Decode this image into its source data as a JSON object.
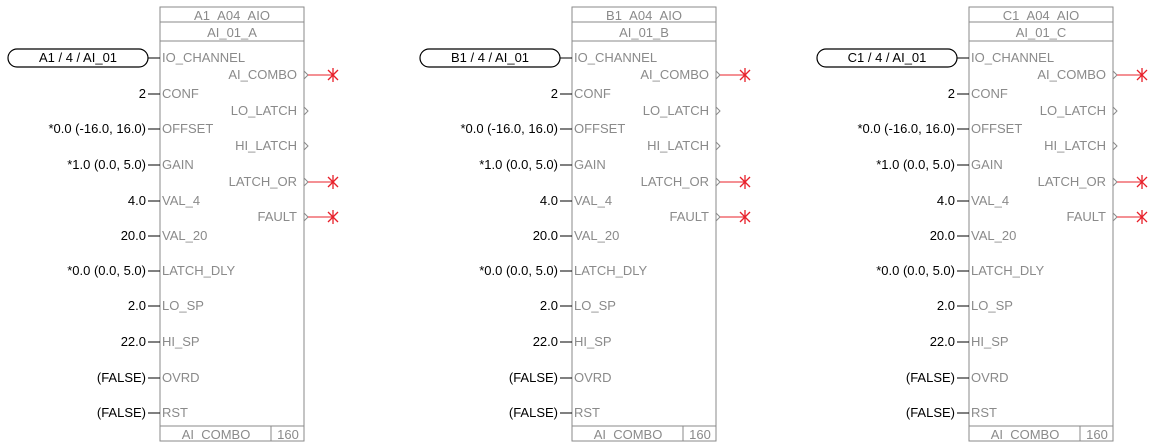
{
  "blocks": [
    {
      "instance": "A1_A04_AIO",
      "name": "AI_01_A",
      "io_channel": "A1 / 4 / AI_01",
      "footer_type": "AI_COMBO",
      "footer_num": "160",
      "outputs": [
        {
          "label": "AI_COMBO",
          "connected": true
        },
        {
          "label": "LO_LATCH",
          "connected": false
        },
        {
          "label": "HI_LATCH",
          "connected": false
        },
        {
          "label": "LATCH_OR",
          "connected": true
        },
        {
          "label": "FAULT",
          "connected": true
        }
      ],
      "inputs": [
        {
          "label": "IO_CHANNEL",
          "value": ""
        },
        {
          "label": "CONF",
          "value": "2"
        },
        {
          "label": "OFFSET",
          "value": "*0.0 (-16.0, 16.0)"
        },
        {
          "label": "GAIN",
          "value": "*1.0 (0.0, 5.0)"
        },
        {
          "label": "VAL_4",
          "value": "4.0"
        },
        {
          "label": "VAL_20",
          "value": "20.0"
        },
        {
          "label": "LATCH_DLY",
          "value": "*0.0 (0.0, 5.0)"
        },
        {
          "label": "LO_SP",
          "value": "2.0"
        },
        {
          "label": "HI_SP",
          "value": "22.0"
        },
        {
          "label": "OVRD",
          "value": "(FALSE)"
        },
        {
          "label": "RST",
          "value": "(FALSE)"
        }
      ]
    },
    {
      "instance": "B1_A04_AIO",
      "name": "AI_01_B",
      "io_channel": "B1 / 4 / AI_01",
      "footer_type": "AI_COMBO",
      "footer_num": "160",
      "outputs": [
        {
          "label": "AI_COMBO",
          "connected": true
        },
        {
          "label": "LO_LATCH",
          "connected": false
        },
        {
          "label": "HI_LATCH",
          "connected": false
        },
        {
          "label": "LATCH_OR",
          "connected": true
        },
        {
          "label": "FAULT",
          "connected": true
        }
      ],
      "inputs": [
        {
          "label": "IO_CHANNEL",
          "value": ""
        },
        {
          "label": "CONF",
          "value": "2"
        },
        {
          "label": "OFFSET",
          "value": "*0.0 (-16.0, 16.0)"
        },
        {
          "label": "GAIN",
          "value": "*1.0 (0.0, 5.0)"
        },
        {
          "label": "VAL_4",
          "value": "4.0"
        },
        {
          "label": "VAL_20",
          "value": "20.0"
        },
        {
          "label": "LATCH_DLY",
          "value": "*0.0 (0.0, 5.0)"
        },
        {
          "label": "LO_SP",
          "value": "2.0"
        },
        {
          "label": "HI_SP",
          "value": "22.0"
        },
        {
          "label": "OVRD",
          "value": "(FALSE)"
        },
        {
          "label": "RST",
          "value": "(FALSE)"
        }
      ]
    },
    {
      "instance": "C1_A04_AIO",
      "name": "AI_01_C",
      "io_channel": "C1 / 4 / AI_01",
      "footer_type": "AI_COMBO",
      "footer_num": "160",
      "outputs": [
        {
          "label": "AI_COMBO",
          "connected": true
        },
        {
          "label": "LO_LATCH",
          "connected": false
        },
        {
          "label": "HI_LATCH",
          "connected": false
        },
        {
          "label": "LATCH_OR",
          "connected": true
        },
        {
          "label": "FAULT",
          "connected": true
        }
      ],
      "inputs": [
        {
          "label": "IO_CHANNEL",
          "value": ""
        },
        {
          "label": "CONF",
          "value": "2"
        },
        {
          "label": "OFFSET",
          "value": "*0.0 (-16.0, 16.0)"
        },
        {
          "label": "GAIN",
          "value": "*1.0 (0.0, 5.0)"
        },
        {
          "label": "VAL_4",
          "value": "4.0"
        },
        {
          "label": "VAL_20",
          "value": "20.0"
        },
        {
          "label": "LATCH_DLY",
          "value": "*0.0 (0.0, 5.0)"
        },
        {
          "label": "LO_SP",
          "value": "2.0"
        },
        {
          "label": "HI_SP",
          "value": "22.0"
        },
        {
          "label": "OVRD",
          "value": "(FALSE)"
        },
        {
          "label": "RST",
          "value": "(FALSE)"
        }
      ]
    }
  ],
  "colors": {
    "frame": "#8a8a8a",
    "pin_label": "#8a8a8a",
    "value_text": "#000000",
    "fault_marker": "#e8202a"
  }
}
